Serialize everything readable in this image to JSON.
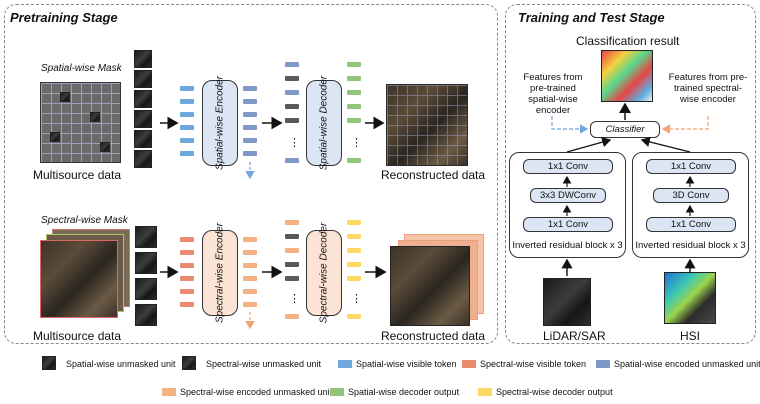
{
  "pretraining": {
    "title": "Pretraining Stage",
    "spatial_mask_label": "Spatial-wise Mask",
    "spectral_mask_label": "Spectral-wise Mask",
    "multisource_label": "Multisource data",
    "spatial_encoder": "Spatial-wise Encoder",
    "spatial_decoder": "Spatial-wise Decoder",
    "spectral_encoder": "Spectral-wise Encoder",
    "spectral_decoder": "Spectral-wise Decoder",
    "reconstructed_label": "Reconstructed data",
    "ellipsis": "⋮"
  },
  "training": {
    "title": "Training and Test Stage",
    "classification_label": "Classification result",
    "features_spatial": "Features from pre-trained spatial-wise encoder",
    "features_spectral": "Features from pre-trained spectral-wise encoder",
    "classifier": "Classifier",
    "left_branch": [
      "1x1 Conv",
      "3x3 DWConv",
      "1x1 Conv"
    ],
    "right_branch": [
      "1x1 Conv",
      "3D Conv",
      "1x1 Conv"
    ],
    "block_label": "Inverted residual block x 3",
    "lidar_label": "LiDAR/SAR",
    "hsi_label": "HSI"
  },
  "legend": [
    {
      "text": "Spatial-wise unmasked unit",
      "kind": "cube"
    },
    {
      "text": "Spectral-wise unmasked unit",
      "kind": "dark"
    },
    {
      "text": "Spatial-wise visible token",
      "color": "#6fa8dc"
    },
    {
      "text": "Spectral-wise visible token",
      "color": "#ea8a6e"
    },
    {
      "text": "Spatial-wise encoded unmasked unit",
      "color": "#7f97c9"
    },
    {
      "text": "Spectral-wise encoded unmasked unit",
      "color": "#f4b183"
    },
    {
      "text": "Spatial-wise decoder output",
      "color": "#93c47d"
    },
    {
      "text": "Spectral-wise decoder output",
      "color": "#ffd966"
    }
  ],
  "colors": {
    "spatial_token": "#6fa8dc",
    "spectral_token": "#ea8a6e",
    "spatial_encoded": "#7f97c9",
    "spectral_encoded": "#f4b183",
    "spatial_decoder": "#93c47d",
    "spectral_decoder": "#ffd966",
    "masked_token": "#595959",
    "spatial_encoder_fill": "#dbe5f3",
    "spectral_encoder_fill": "#fbe3d6"
  }
}
